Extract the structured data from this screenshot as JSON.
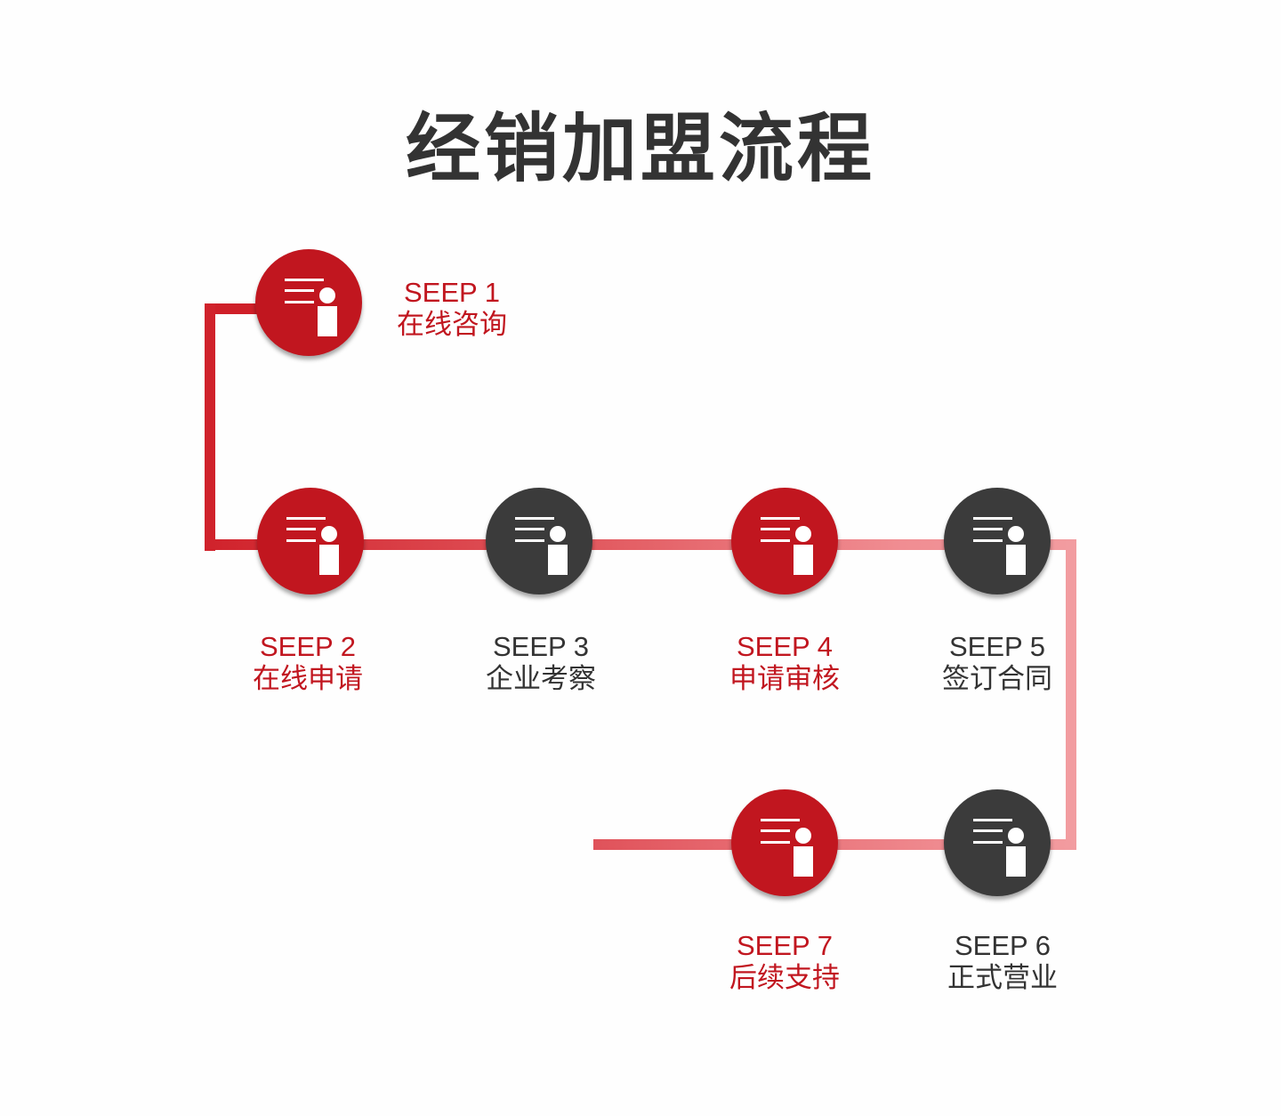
{
  "title": "经销加盟流程",
  "colors": {
    "accent": "#c1161f",
    "dark": "#3b3b3b",
    "line_light": "#f29ca0"
  },
  "steps": [
    {
      "step": "SEEP 1",
      "name": "在线咨询",
      "tone": "red",
      "icon": "document-info-icon"
    },
    {
      "step": "SEEP 2",
      "name": "在线申请",
      "tone": "red",
      "icon": "document-info-icon"
    },
    {
      "step": "SEEP 3",
      "name": "企业考察",
      "tone": "dark",
      "icon": "document-info-icon"
    },
    {
      "step": "SEEP 4",
      "name": "申请审核",
      "tone": "red",
      "icon": "document-info-icon"
    },
    {
      "step": "SEEP 5",
      "name": "签订合同",
      "tone": "dark",
      "icon": "document-info-icon"
    },
    {
      "step": "SEEP 6",
      "name": "正式营业",
      "tone": "dark",
      "icon": "document-info-icon"
    },
    {
      "step": "SEEP 7",
      "name": "后续支持",
      "tone": "red",
      "icon": "document-info-icon"
    }
  ]
}
